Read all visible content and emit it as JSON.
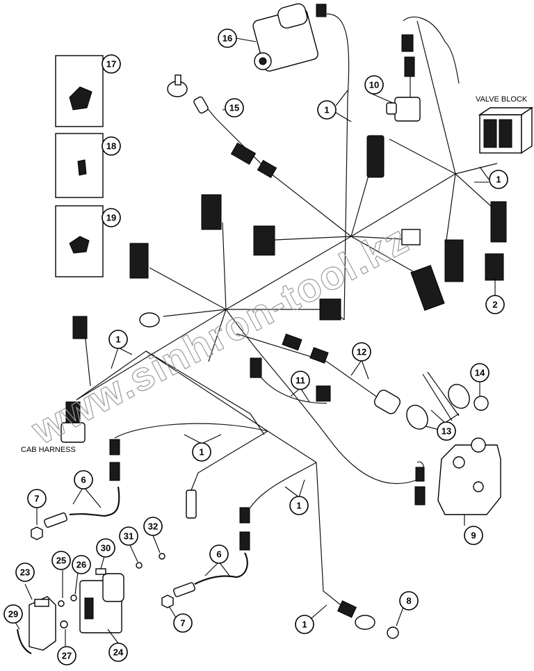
{
  "labels": {
    "valve_block": "VALVE BLOCK",
    "cab_harness": "CAB HARNESS"
  },
  "watermark": "www.sinhron-tool.kz",
  "callouts": {
    "c1a": "1",
    "c1b": "1",
    "c1c": "1",
    "c1d": "1",
    "c1e": "1",
    "c1f": "1",
    "c2": "2",
    "c6a": "6",
    "c6b": "6",
    "c7a": "7",
    "c7b": "7",
    "c8": "8",
    "c9": "9",
    "c10": "10",
    "c11": "11",
    "c12": "12",
    "c13": "13",
    "c14": "14",
    "c15": "15",
    "c16": "16",
    "c17": "17",
    "c18": "18",
    "c19": "19",
    "c23": "23",
    "c24": "24",
    "c25": "25",
    "c26": "26",
    "c27": "27",
    "c29": "29",
    "c30": "30",
    "c31": "31",
    "c32": "32"
  }
}
